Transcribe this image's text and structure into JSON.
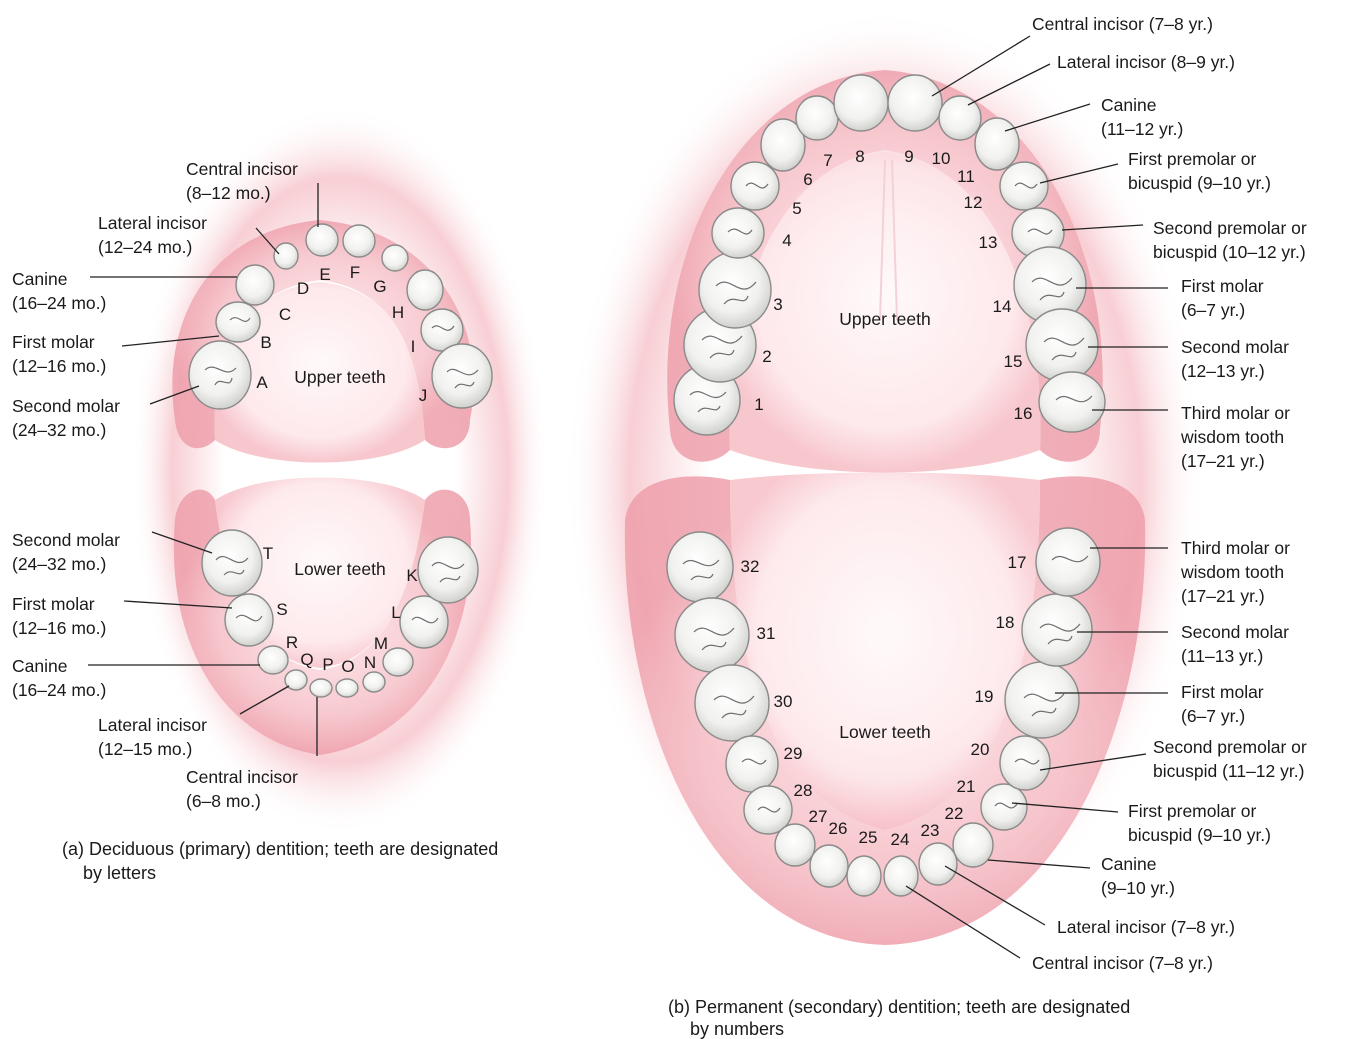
{
  "panel_a": {
    "caption_line1": "(a) Deciduous (primary) dentition; teeth are designated",
    "caption_line2": "by letters",
    "upper_region": "Upper teeth",
    "lower_region": "Lower teeth",
    "labels": [
      [
        "Central incisor",
        "(8–12 mo.)"
      ],
      [
        "Lateral incisor",
        "(12–24 mo.)"
      ],
      [
        "Canine",
        "(16–24 mo.)"
      ],
      [
        "First molar",
        "(12–16 mo.)"
      ],
      [
        "Second molar",
        "(24–32 mo.)"
      ],
      [
        "Second molar",
        "(24–32 mo.)"
      ],
      [
        "First molar",
        "(12–16 mo.)"
      ],
      [
        "Canine",
        "(16–24 mo.)"
      ],
      [
        "Lateral incisor",
        "(12–15 mo.)"
      ],
      [
        "Central incisor",
        "(6–8 mo.)"
      ]
    ],
    "tooth_letters": [
      "A",
      "B",
      "C",
      "D",
      "E",
      "F",
      "G",
      "H",
      "I",
      "J",
      "K",
      "L",
      "M",
      "N",
      "O",
      "P",
      "Q",
      "R",
      "S",
      "T"
    ]
  },
  "panel_b": {
    "caption_line1": "(b) Permanent (secondary) dentition; teeth are designated",
    "caption_line2": "by numbers",
    "upper_region": "Upper teeth",
    "lower_region": "Lower teeth",
    "labels": [
      [
        "Central incisor (7–8 yr.)"
      ],
      [
        "Lateral incisor (8–9 yr.)"
      ],
      [
        "Canine",
        "(11–12 yr.)"
      ],
      [
        "First premolar or",
        "bicuspid (9–10 yr.)"
      ],
      [
        "Second premolar or",
        "bicuspid (10–12 yr.)"
      ],
      [
        "First molar",
        "(6–7 yr.)"
      ],
      [
        "Second molar",
        "(12–13 yr.)"
      ],
      [
        "Third molar or",
        "wisdom tooth",
        "(17–21 yr.)"
      ],
      [
        "Third molar or",
        "wisdom tooth",
        "(17–21 yr.)"
      ],
      [
        "Second molar",
        "(11–13 yr.)"
      ],
      [
        "First molar",
        "(6–7 yr.)"
      ],
      [
        "Second premolar or",
        "bicuspid (11–12 yr.)"
      ],
      [
        "First premolar or",
        "bicuspid (9–10 yr.)"
      ],
      [
        "Canine",
        "(9–10 yr.)"
      ],
      [
        "Lateral incisor (7–8 yr.)"
      ],
      [
        "Central incisor (7–8 yr.)"
      ]
    ],
    "tooth_numbers": [
      "1",
      "2",
      "3",
      "4",
      "5",
      "6",
      "7",
      "8",
      "9",
      "10",
      "11",
      "12",
      "13",
      "14",
      "15",
      "16",
      "17",
      "18",
      "19",
      "20",
      "21",
      "22",
      "23",
      "24",
      "25",
      "26",
      "27",
      "28",
      "29",
      "30",
      "31",
      "32"
    ]
  }
}
